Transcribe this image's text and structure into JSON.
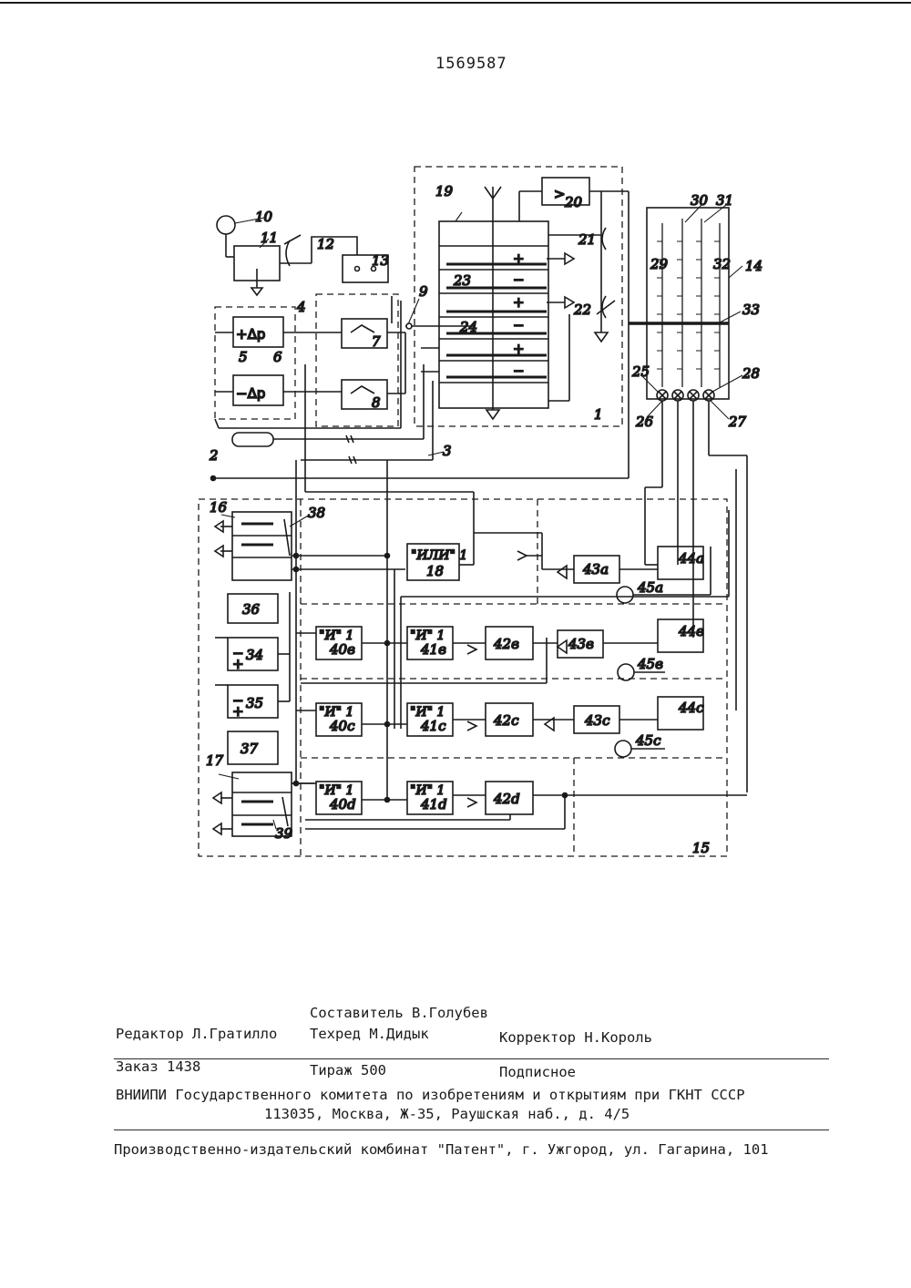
{
  "header": {
    "patent_number": "1569587"
  },
  "figure": {
    "labels": {
      "l1": "1",
      "l2": "2",
      "l3": "3",
      "l4": "4",
      "l5": "5",
      "l6": "6",
      "l7": "7",
      "l8": "8",
      "l9": "9",
      "l10": "10",
      "l11": "11",
      "l12": "12",
      "l13": "13",
      "l14": "14",
      "l15": "15",
      "l16": "16",
      "l17": "17",
      "l18": "18",
      "l19": "19",
      "l20": "20",
      "l21": "21",
      "l22": "22",
      "l23": "23",
      "l24": "24",
      "l25": "25",
      "l26": "26",
      "l27": "27",
      "l28": "28",
      "l29": "29",
      "l30": "30",
      "l31": "31",
      "l32": "32",
      "l33": "33",
      "l34": "34",
      "l35": "35",
      "l36": "36",
      "l37": "37",
      "l38": "38",
      "l39": "39"
    },
    "blocks": {
      "plus_dp": "+Δp",
      "minus_dp": "−Δp",
      "comp20": ">",
      "or18": "\"ИЛИ\" 1",
      "and": "\"И\" 1",
      "b40b": "40в",
      "b40c": "40c",
      "b40d": "40d",
      "b41b": "41в",
      "b41c": "41c",
      "b41d": "41d",
      "b42b": "42в",
      "b42c": "42c",
      "b42d": "42d",
      "b43a": "43a",
      "b43b": "43в",
      "b43c": "43c",
      "b44a": "44a",
      "b44b": "44в",
      "b44c": "44c",
      "b45a": "45a",
      "b45b": "45в",
      "b45c": "45c",
      "plus": "+",
      "minus": "−"
    }
  },
  "imprint": {
    "compiler": "Составитель В.Голубев",
    "editor": "Редактор Л.Гратилло",
    "techred": "Техред   М.Дидык",
    "corrector": "Корректор Н.Король",
    "order": "Заказ 1438",
    "circulation": "Тираж 500",
    "subscription": "Подписное",
    "org_line1": "ВНИИПИ Государственного комитета по изобретениям и открытиям при ГКНТ СССР",
    "org_line2": "113035, Москва, Ж-35, Раушская наб., д. 4/5",
    "publisher": "Производственно-издательский комбинат \"Патент\", г. Ужгород, ул. Гагарина, 101"
  }
}
